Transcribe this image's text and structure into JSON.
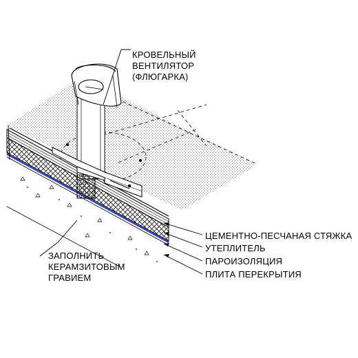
{
  "labels": {
    "ventilator": [
      "КРОВЕЛЬНЫЙ",
      "ВЕНТИЛЯТОР",
      "(ФЛЮГАРКА)"
    ],
    "fill": [
      "ЗАПОЛНИТЬ",
      "КЕРАМЗИТОВЫМ",
      "ГРАВИЕМ"
    ],
    "layers": [
      "ЦЕМЕНТНО-ПЕСЧАНАЯ СТЯЖКА",
      "УТЕПЛИТЕЛЬ",
      "ПАРОИЗОЛЯЦИЯ",
      "ПЛИТА ПЕРЕКРЫТИЯ"
    ]
  },
  "colors": {
    "line": "#000000",
    "vapor_barrier": "#2b3bd6",
    "hatch": "#555555"
  }
}
